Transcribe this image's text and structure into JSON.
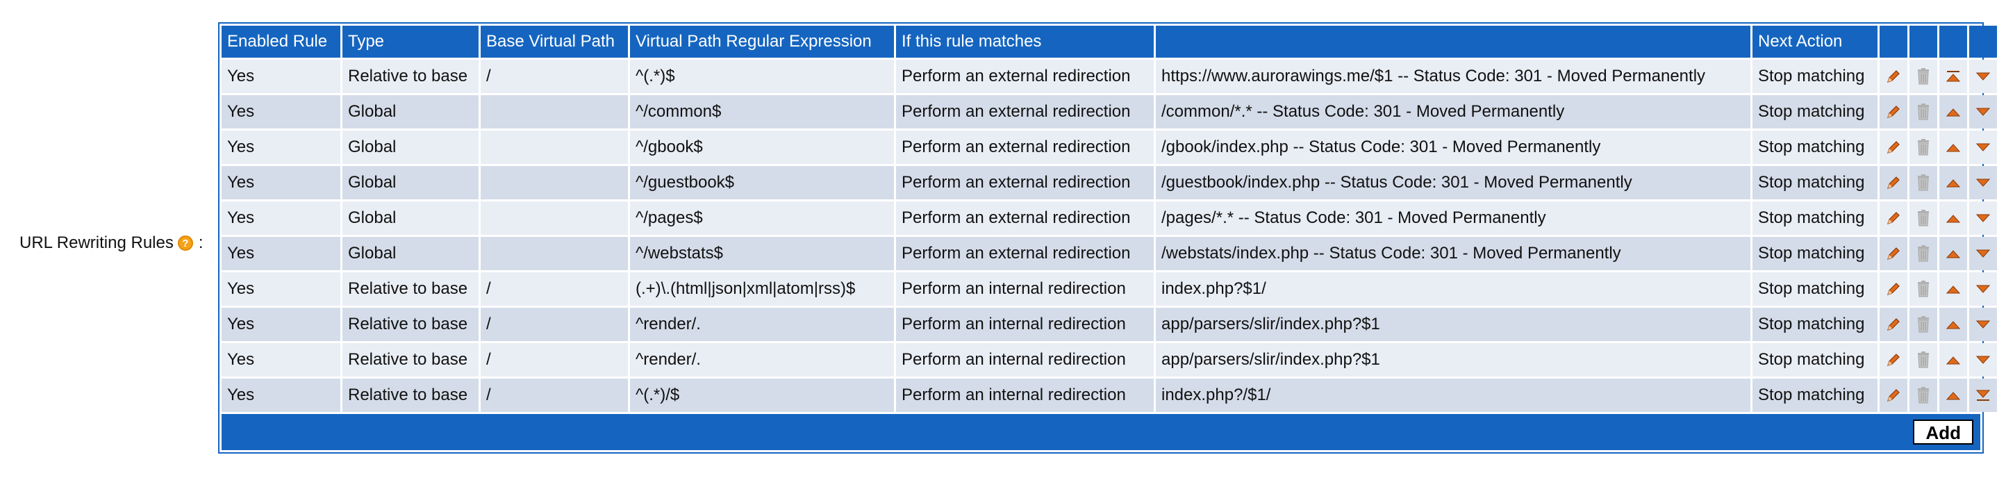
{
  "field": {
    "label": "URL Rewriting Rules",
    "help_glyph": "?",
    "colon": ":"
  },
  "table": {
    "headers": [
      "Enabled Rule",
      "Type",
      "Base Virtual Path",
      "Virtual Path Regular Expression",
      "If this rule matches",
      "",
      "Next Action"
    ],
    "rows": [
      [
        "Yes",
        "Relative to base",
        "/",
        "^(.*)$",
        "Perform an external redirection",
        "https://www.aurorawings.me/$1 -- Status Code: 301 - Moved Permanently",
        "Stop matching"
      ],
      [
        "Yes",
        "Global",
        "",
        "^/common$",
        "Perform an external redirection",
        "/common/*.* -- Status Code: 301 - Moved Permanently",
        "Stop matching"
      ],
      [
        "Yes",
        "Global",
        "",
        "^/gbook$",
        "Perform an external redirection",
        "/gbook/index.php -- Status Code: 301 - Moved Permanently",
        "Stop matching"
      ],
      [
        "Yes",
        "Global",
        "",
        "^/guestbook$",
        "Perform an external redirection",
        "/guestbook/index.php -- Status Code: 301 - Moved Permanently",
        "Stop matching"
      ],
      [
        "Yes",
        "Global",
        "",
        "^/pages$",
        "Perform an external redirection",
        "/pages/*.* -- Status Code: 301 - Moved Permanently",
        "Stop matching"
      ],
      [
        "Yes",
        "Global",
        "",
        "^/webstats$",
        "Perform an external redirection",
        "/webstats/index.php -- Status Code: 301 - Moved Permanently",
        "Stop matching"
      ],
      [
        "Yes",
        "Relative to base",
        "/",
        "(.+)\\.(html|json|xml|atom|rss)$",
        "Perform an internal redirection",
        "index.php?$1/",
        "Stop matching"
      ],
      [
        "Yes",
        "Relative to base",
        "/",
        "^render/.",
        "Perform an internal redirection",
        "app/parsers/slir/index.php?$1",
        "Stop matching"
      ],
      [
        "Yes",
        "Relative to base",
        "/",
        "^render/.",
        "Perform an internal redirection",
        "app/parsers/slir/index.php?$1",
        "Stop matching"
      ],
      [
        "Yes",
        "Relative to base",
        "/",
        "^(.*)/$",
        "Perform an internal redirection",
        "index.php?/$1/",
        "Stop matching"
      ]
    ],
    "row_actions": {
      "edit_icon": "pencil-icon",
      "delete_icon": "trash-icon",
      "up_icon": "move-up-icon",
      "down_icon": "move-down-icon",
      "top_icon": "move-to-top-icon",
      "bottom_icon": "move-to-bottom-icon"
    }
  },
  "footer": {
    "add_label": "Add"
  },
  "colors": {
    "header_blue": "#1565c0",
    "row_light": "#e9edf4",
    "row_dark": "#d4dce9",
    "icon_orange": "#e06a1a",
    "help_orange": "#f7a21b"
  }
}
